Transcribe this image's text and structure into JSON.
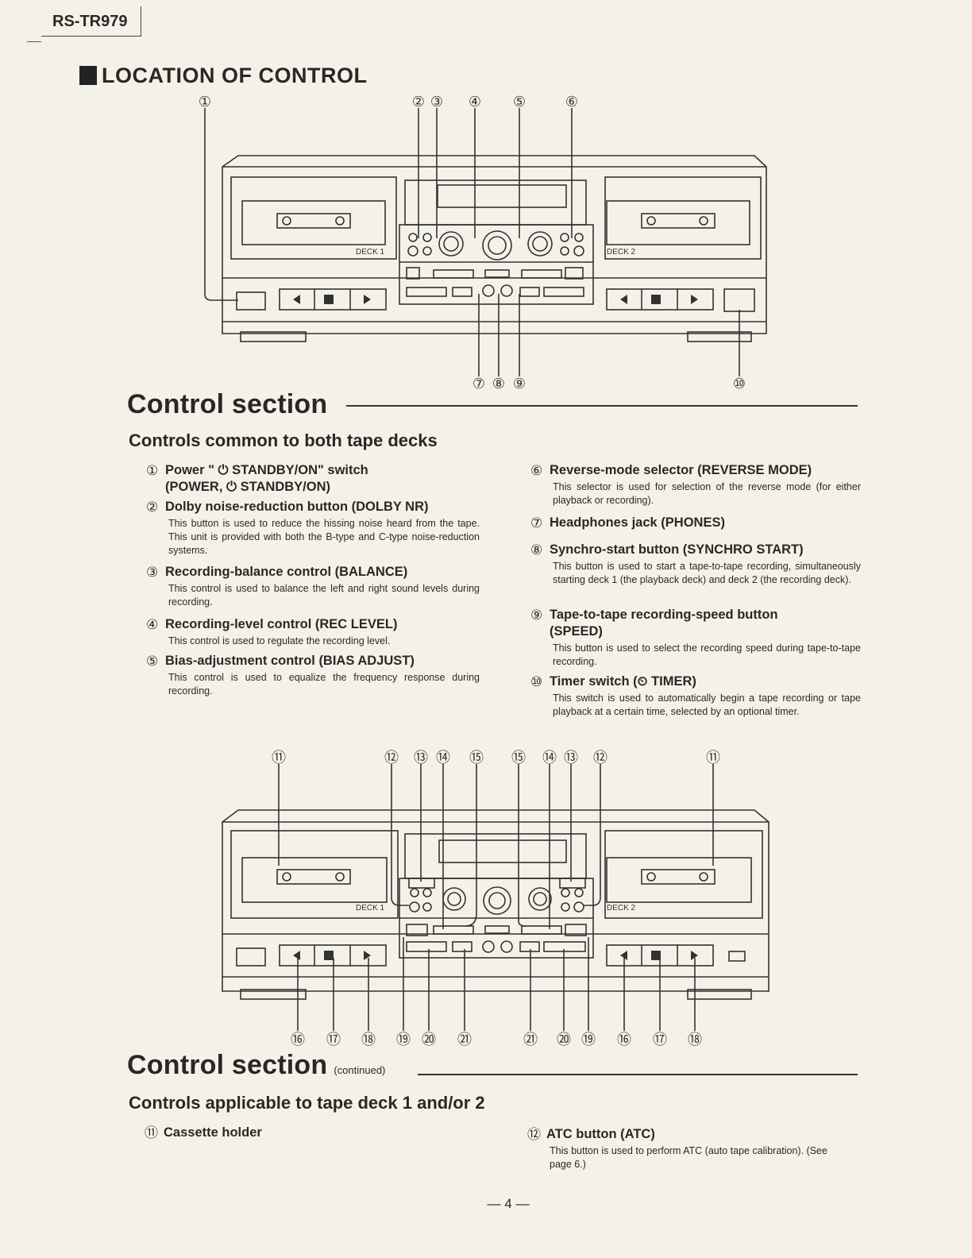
{
  "model": "RS-TR979",
  "location_title": "LOCATION OF CONTROL",
  "diagram1": {
    "callouts_top": [
      "①",
      "②",
      "③",
      "④",
      "⑤",
      "⑥"
    ],
    "callouts_bottom": [
      "⑦",
      "⑧",
      "⑨",
      "⑩"
    ],
    "deck1_label": "DECK 1",
    "deck2_label": "DECK 2"
  },
  "section1": {
    "title": "Control section",
    "subtitle": "Controls common to both tape decks",
    "items": [
      {
        "num": "①",
        "title": "Power \" ⏻ STANDBY/ON\" switch",
        "title2": "(POWER, ⏻ STANDBY/ON)",
        "desc": ""
      },
      {
        "num": "②",
        "title": "Dolby noise-reduction button (DOLBY NR)",
        "desc": "This button is used to reduce the hissing noise heard from the tape. This unit is provided with both the B-type and C-type noise-reduction systems."
      },
      {
        "num": "③",
        "title": "Recording-balance control (BALANCE)",
        "desc": "This control is used to balance the left and right sound levels during recording."
      },
      {
        "num": "④",
        "title": "Recording-level control (REC LEVEL)",
        "desc": "This control is used to regulate the recording level."
      },
      {
        "num": "⑤",
        "title": "Bias-adjustment control (BIAS ADJUST)",
        "desc": "This control is used to equalize the frequency response during recording."
      },
      {
        "num": "⑥",
        "title": "Reverse-mode selector (REVERSE MODE)",
        "desc": "This selector is used for selection of the reverse mode (for either playback or recording)."
      },
      {
        "num": "⑦",
        "title": "Headphones jack (PHONES)",
        "desc": ""
      },
      {
        "num": "⑧",
        "title": "Synchro-start button (SYNCHRO START)",
        "desc": "This button is used to start a tape-to-tape recording, simultaneously starting deck 1 (the playback deck) and deck 2 (the recording deck)."
      },
      {
        "num": "⑨",
        "title": "Tape-to-tape recording-speed button",
        "title2": "(SPEED)",
        "desc": "This button is used to select the recording speed during tape-to-tape recording."
      },
      {
        "num": "⑩",
        "title": "Timer switch (⏲ TIMER)",
        "desc": "This switch is used to automatically begin a tape recording or tape playback at a certain time, selected by an optional timer."
      }
    ]
  },
  "diagram2": {
    "callouts_top": [
      "⑪",
      "⑫",
      "⑬",
      "⑭",
      "⑮",
      "⑮",
      "⑭",
      "⑬",
      "⑫",
      "⑪"
    ],
    "callouts_bottom": [
      "⑯",
      "⑰",
      "⑱",
      "⑲",
      "⑳",
      "㉑",
      "㉑",
      "⑳",
      "⑲",
      "⑯",
      "⑰",
      "⑱"
    ],
    "deck1_label": "DECK 1",
    "deck2_label": "DECK 2"
  },
  "section2": {
    "title": "Control section",
    "note": "(continued)",
    "subtitle": "Controls applicable to tape deck 1 and/or 2",
    "items": [
      {
        "num": "⑪",
        "title": "Cassette holder",
        "desc": ""
      },
      {
        "num": "⑫",
        "title": "ATC button (ATC)",
        "desc": "This button is used to perform ATC (auto tape calibration). (See page 6.)"
      }
    ]
  },
  "page_number": "— 4 —"
}
